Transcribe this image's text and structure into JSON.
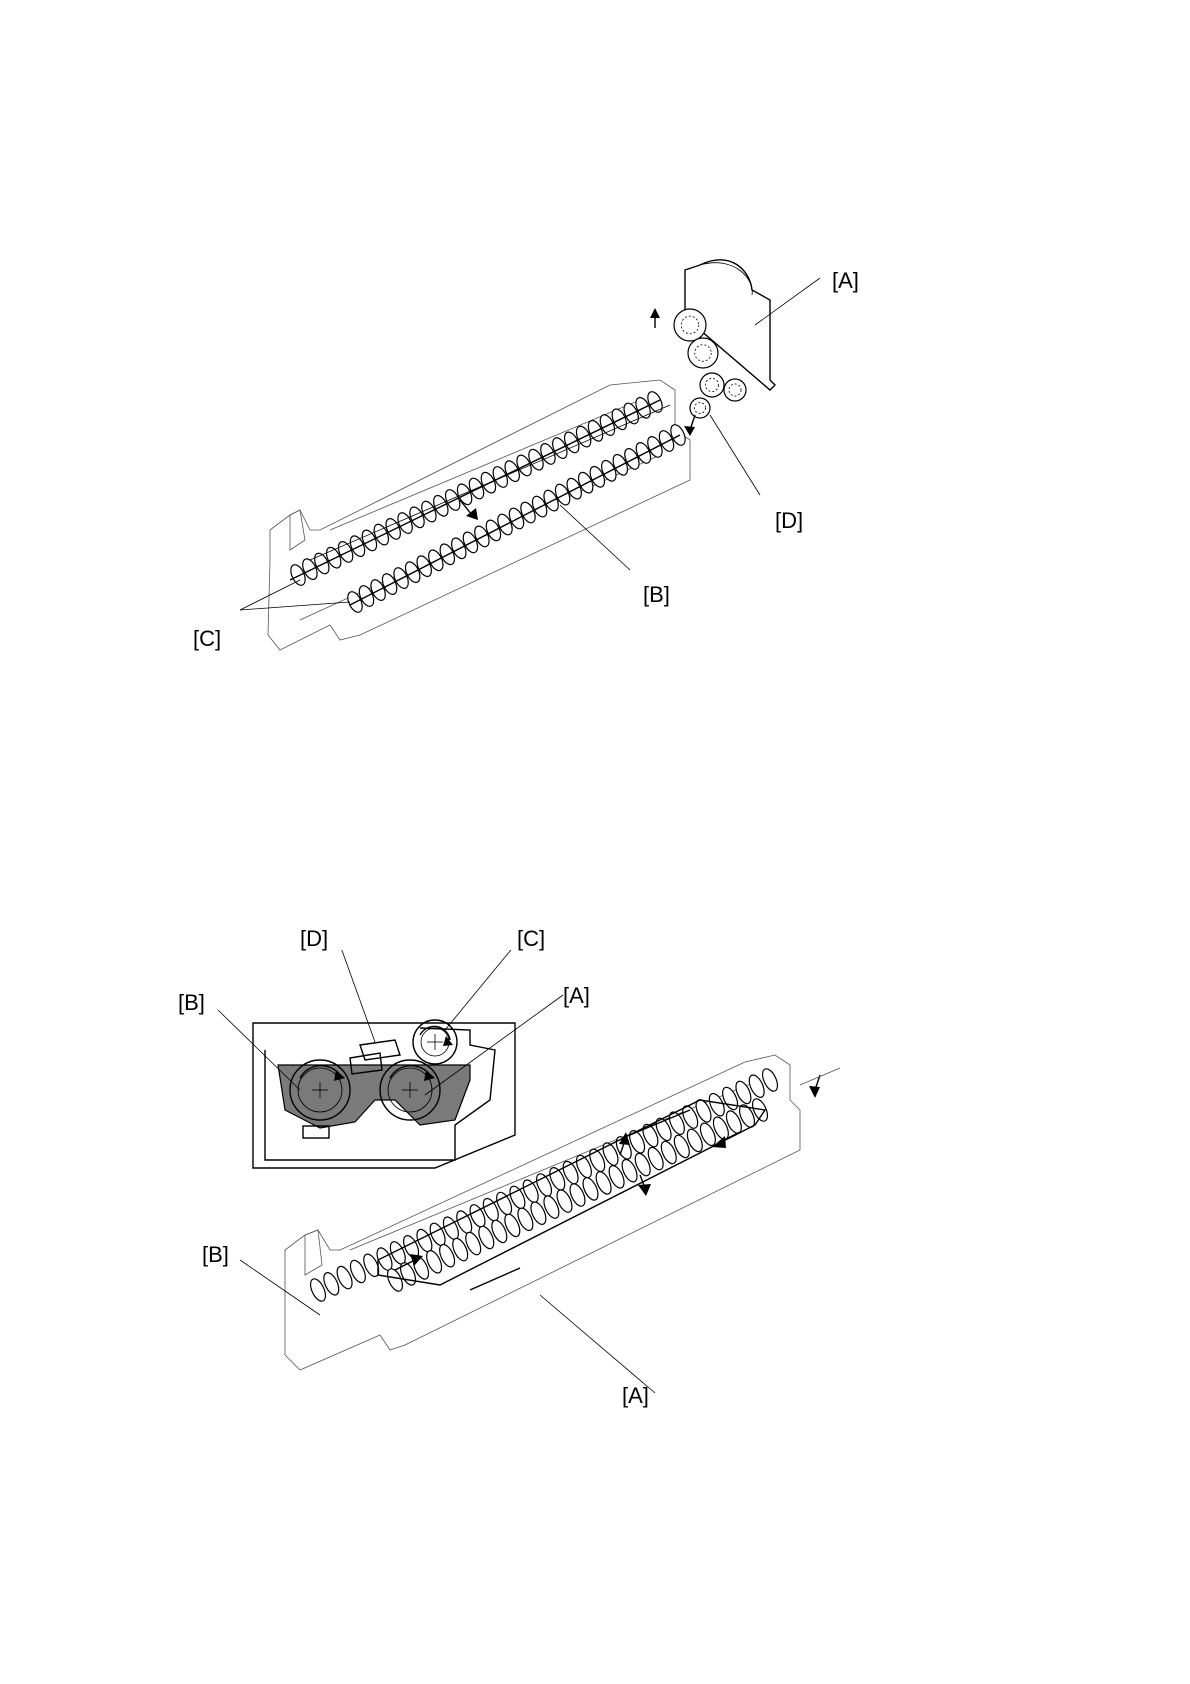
{
  "figure1": {
    "callouts": {
      "a": "[A]",
      "b": "[B]",
      "c": "[C]",
      "d": "[D]"
    }
  },
  "figure2": {
    "callouts": {
      "d": "[D]",
      "c": "[C]",
      "b_inset": "[B]",
      "a_inset": "[A]",
      "b": "[B]",
      "a": "[A]"
    }
  },
  "colors": {
    "line": "#000000",
    "toner_fill": "#7a7a7a",
    "background": "#ffffff"
  }
}
